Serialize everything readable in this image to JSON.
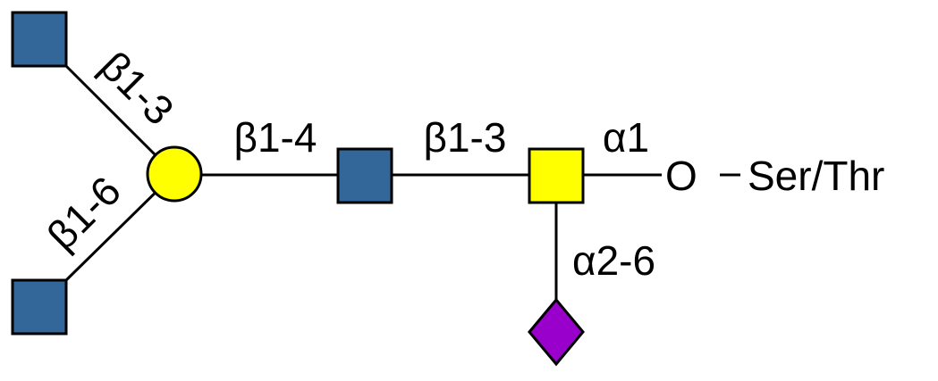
{
  "colors": {
    "glcnac": "#336699",
    "gal": "#FFFF00",
    "galnac": "#FFFF00",
    "sialic": "#9900CC",
    "line": "#000000"
  },
  "linkages": {
    "upper_branch": "β1-3",
    "lower_branch": "β1-6",
    "gal_to_glcnac": "β1-4",
    "glcnac_to_galnac": "β1-3",
    "galnac_to_o": "α1",
    "sialic": "α2-6"
  },
  "aglycone": {
    "oxygen": "O",
    "residue": "Ser/Thr"
  }
}
